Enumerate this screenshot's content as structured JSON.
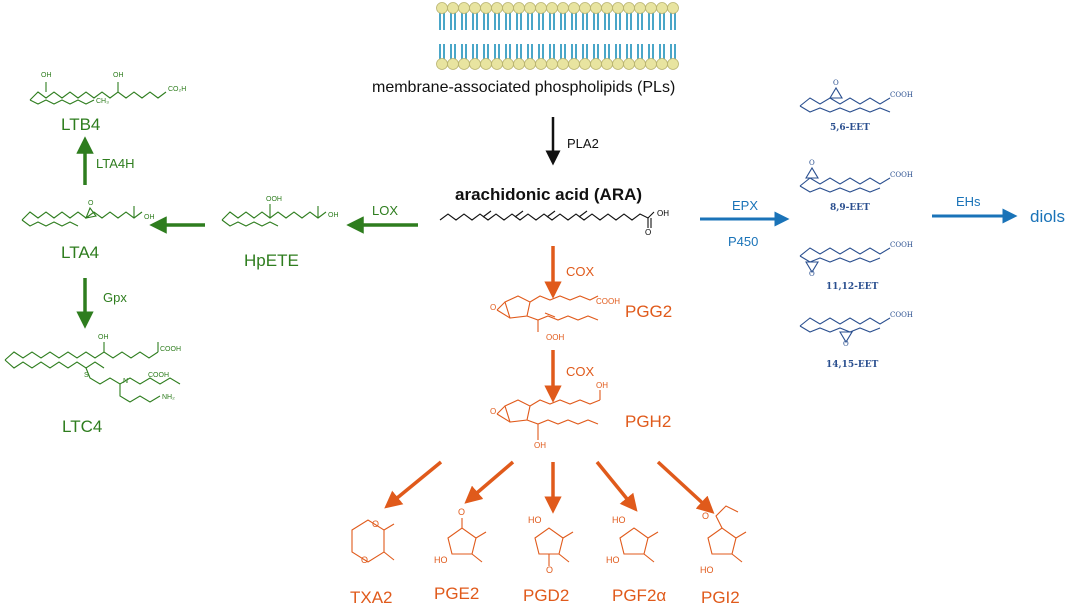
{
  "header": {
    "membrane_label": "membrane-associated phospholipids (PLs)",
    "ara_label": "arachidonic acid (ARA)"
  },
  "enzymes": {
    "pla2": "PLA2",
    "lox": "LOX",
    "lta4h": "LTA4H",
    "gpx": "Gpx",
    "cox1": "COX",
    "cox2": "COX",
    "epx": "EPX",
    "p450": "P450",
    "ehs": "EHs"
  },
  "lox_branch": {
    "ltb4": "LTB4",
    "lta4": "LTA4",
    "hpete": "HpETE",
    "ltc4": "LTC4",
    "structure_text": {
      "oh": "OH",
      "ooh": "OOH",
      "oh_acid": "OH",
      "co2h": "CO₂H",
      "cooh": "COOH",
      "ch3": "CH₃",
      "o": "O",
      "s": "S",
      "n": "N",
      "nh2": "NH₂"
    }
  },
  "cox_branch": {
    "pgg2": "PGG2",
    "pgh2": "PGH2",
    "products": [
      "TXA2",
      "PGE2",
      "PGD2",
      "PGF2α",
      "PGI2"
    ],
    "structure_text": {
      "cooh": "COOH",
      "ooh": "OOH",
      "oh": "OH",
      "ho": "HO",
      "o": "O"
    }
  },
  "epx_branch": {
    "eets": [
      "5,6-EET",
      "8,9-EET",
      "11,12-EET",
      "14,15-EET"
    ],
    "diols": "diols",
    "cooh": "COOH",
    "o": "O"
  },
  "ara_structure": {
    "oh": "OH",
    "o": "O"
  },
  "colors": {
    "lox": "#2e7d1e",
    "cox": "#e05a1b",
    "epx": "#1a73b8",
    "eet_label": "#2a4f8f",
    "membrane_head": "#e8e4a0",
    "membrane_tail": "#4aa6c8"
  }
}
